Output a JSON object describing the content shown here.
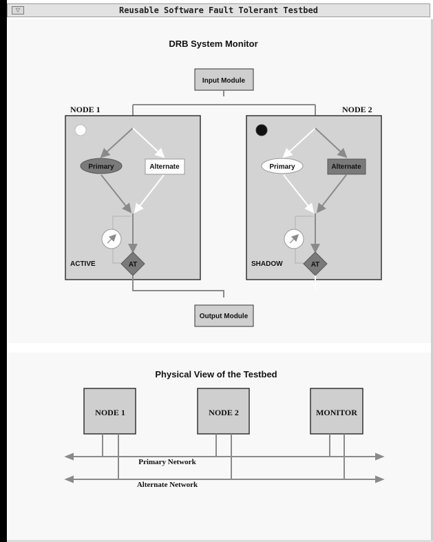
{
  "window": {
    "title": "Reusable Software Fault Tolerant Testbed",
    "menu_icon": "window-menu-icon"
  },
  "monitor": {
    "title": "DRB System Monitor",
    "input_module": "Input Module",
    "output_module": "Output Module",
    "node1": {
      "label": "NODE 1",
      "status": "ACTIVE",
      "primary": "Primary",
      "alternate": "Alternate",
      "at": "AT",
      "indicator_color": "#ffffff",
      "primary_color": "#7a7a7a",
      "alternate_color": "#ffffff"
    },
    "node2": {
      "label": "NODE 2",
      "status": "SHADOW",
      "primary": "Primary",
      "alternate": "Alternate",
      "at": "AT",
      "indicator_color": "#111111",
      "primary_color": "#ffffff",
      "alternate_color": "#7a7a7a"
    }
  },
  "physical": {
    "title": "Physical View of the Testbed",
    "node1": "NODE 1",
    "node2": "NODE 2",
    "monitor": "MONITOR",
    "primary_network": "Primary Network",
    "alternate_network": "Alternate Network"
  }
}
